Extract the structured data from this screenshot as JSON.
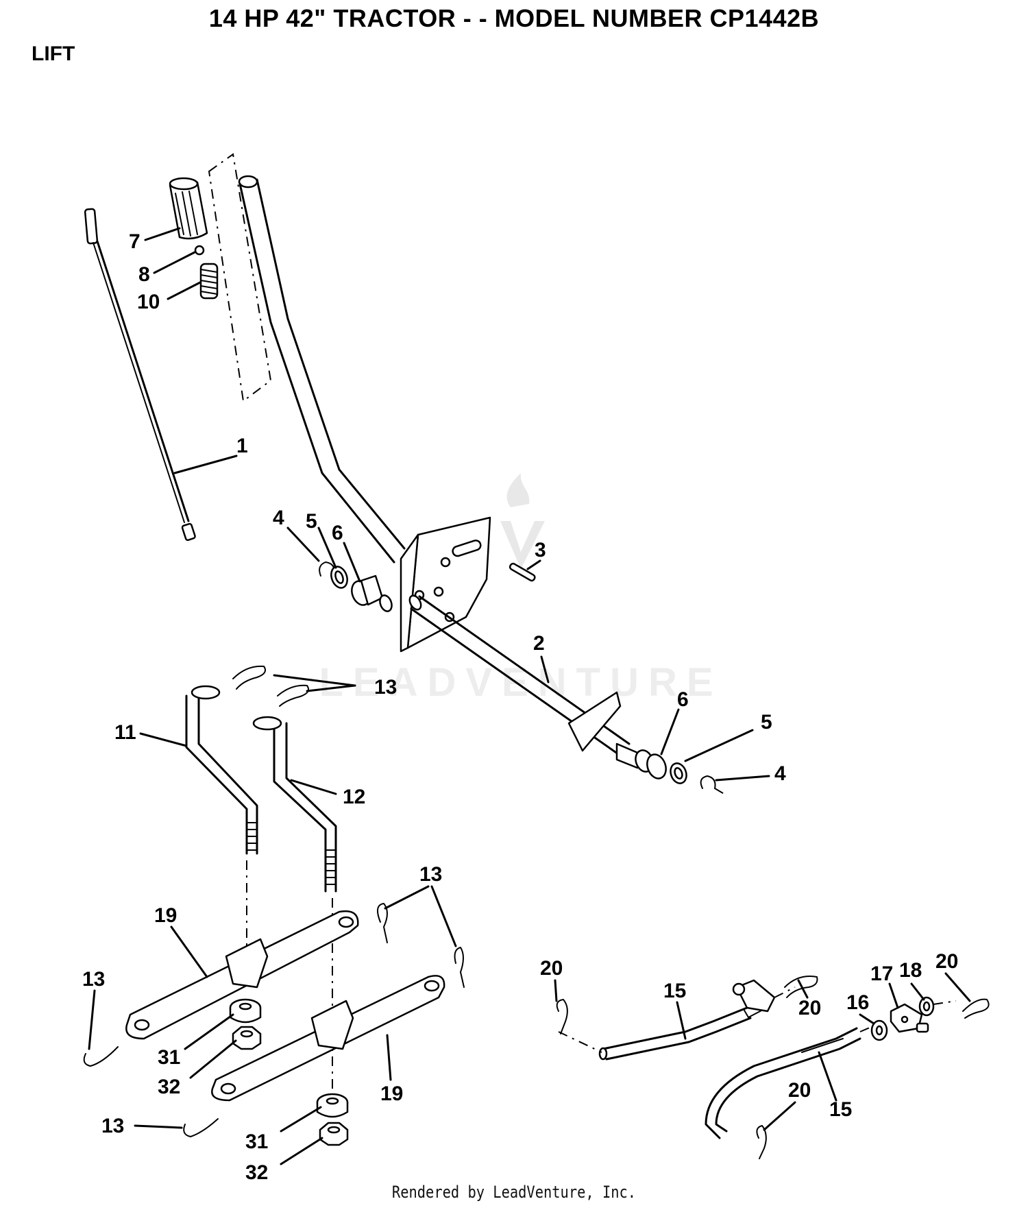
{
  "header": {
    "title": "14 HP 42\" TRACTOR - - MODEL NUMBER CP1442B",
    "section": "LIFT"
  },
  "footer": {
    "rendered_by": "Rendered by LeadVenture, Inc."
  },
  "watermark": {
    "text": "LEADVENTURE"
  },
  "callouts": {
    "c1": "1",
    "c2": "2",
    "c3": "3",
    "c4a": "4",
    "c4b": "4",
    "c5a": "5",
    "c5b": "5",
    "c6a": "6",
    "c6b": "6",
    "c7": "7",
    "c8": "8",
    "c10": "10",
    "c11": "11",
    "c12": "12",
    "c13a": "13",
    "c13b": "13",
    "c13c": "13",
    "c13d": "13",
    "c15a": "15",
    "c15b": "15",
    "c16": "16",
    "c17": "17",
    "c18": "18",
    "c19a": "19",
    "c19b": "19",
    "c20a": "20",
    "c20b": "20",
    "c20c": "20",
    "c20d": "20",
    "c31a": "31",
    "c31b": "31",
    "c32a": "32",
    "c32b": "32"
  }
}
